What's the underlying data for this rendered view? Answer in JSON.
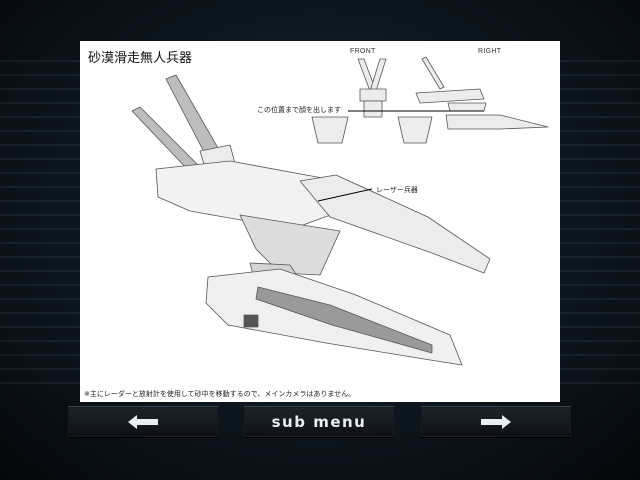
{
  "artwork": {
    "title": "砂漠滑走無人兵器",
    "view_front": "FRONT",
    "view_right": "RIGHT",
    "callout_face": "この位置まで顔を出します",
    "callout_laser": "レーザー兵器",
    "footnote": "※主にレーダーと放射計を使用して砂中を移動するので、メインカメラはありません。"
  },
  "nav": {
    "prev_icon": "left-arrow-icon",
    "sub_menu_label": "sub menu",
    "next_icon": "right-arrow-icon"
  }
}
